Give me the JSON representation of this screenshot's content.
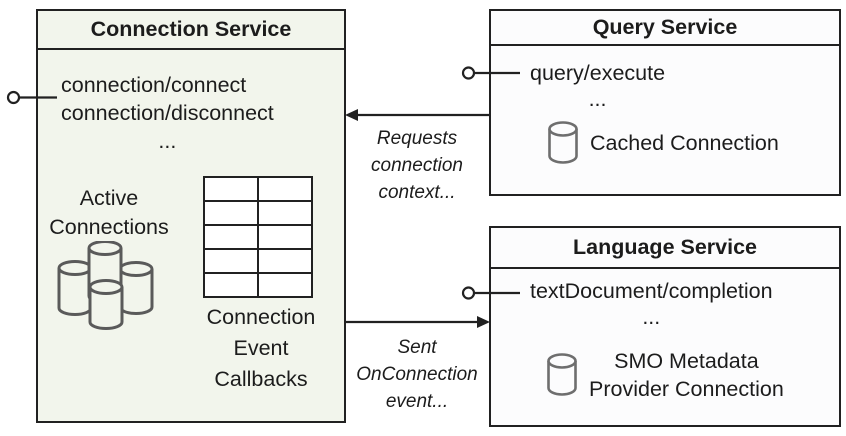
{
  "colors": {
    "connection_bg": "#f2f5ec",
    "service_bg": "#fcfcfd",
    "border": "#212121",
    "text": "#1c1c1c",
    "cluster_stroke": "#5a5a5a",
    "db_stroke": "#6e6e6e"
  },
  "connection_service": {
    "title": "Connection Service",
    "methods": [
      "connection/connect",
      "connection/disconnect",
      "..."
    ],
    "active_connections_label": [
      "Active",
      "Connections"
    ],
    "callbacks_label": [
      "Connection",
      "Event",
      "Callbacks"
    ],
    "callback_table": {
      "rows": 5,
      "cols": 2
    },
    "icons": {
      "cluster": "database-cluster",
      "table": "callback-grid"
    }
  },
  "query_service": {
    "title": "Query Service",
    "methods": [
      "query/execute",
      "..."
    ],
    "connection_label": "Cached Connection",
    "icon": "database"
  },
  "language_service": {
    "title": "Language Service",
    "methods": [
      "textDocument/completion",
      "..."
    ],
    "connection_label": [
      "SMO Metadata",
      "Provider Connection"
    ],
    "icon": "database"
  },
  "annotations": {
    "requests_label": [
      "Requests",
      "connection",
      "context..."
    ],
    "sent_label": [
      "Sent",
      "OnConnection",
      "event..."
    ]
  }
}
